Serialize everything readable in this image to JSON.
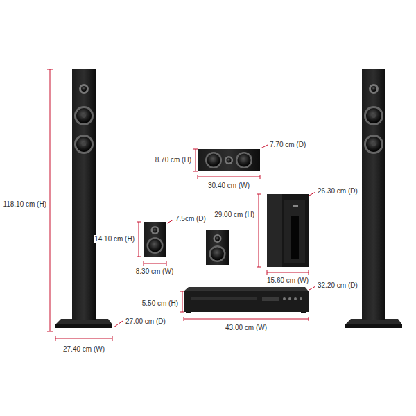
{
  "diagram": {
    "labels": [
      "118.10 cm (H)",
      "27.40 cm (W)",
      "27.00 cm (D)",
      "8.70 cm (H)",
      "7.70 cm (D)",
      "30.40 cm (W)",
      "7.5cm (D)",
      "14.10 cm (H)",
      "8.30 cm (W)",
      "29.00 cm (H)",
      "26.30 cm (D)",
      "15.60 cm (W)",
      "5.50 cm (H)",
      "32.20 cm (D)",
      "43.00 cm (W)"
    ]
  }
}
